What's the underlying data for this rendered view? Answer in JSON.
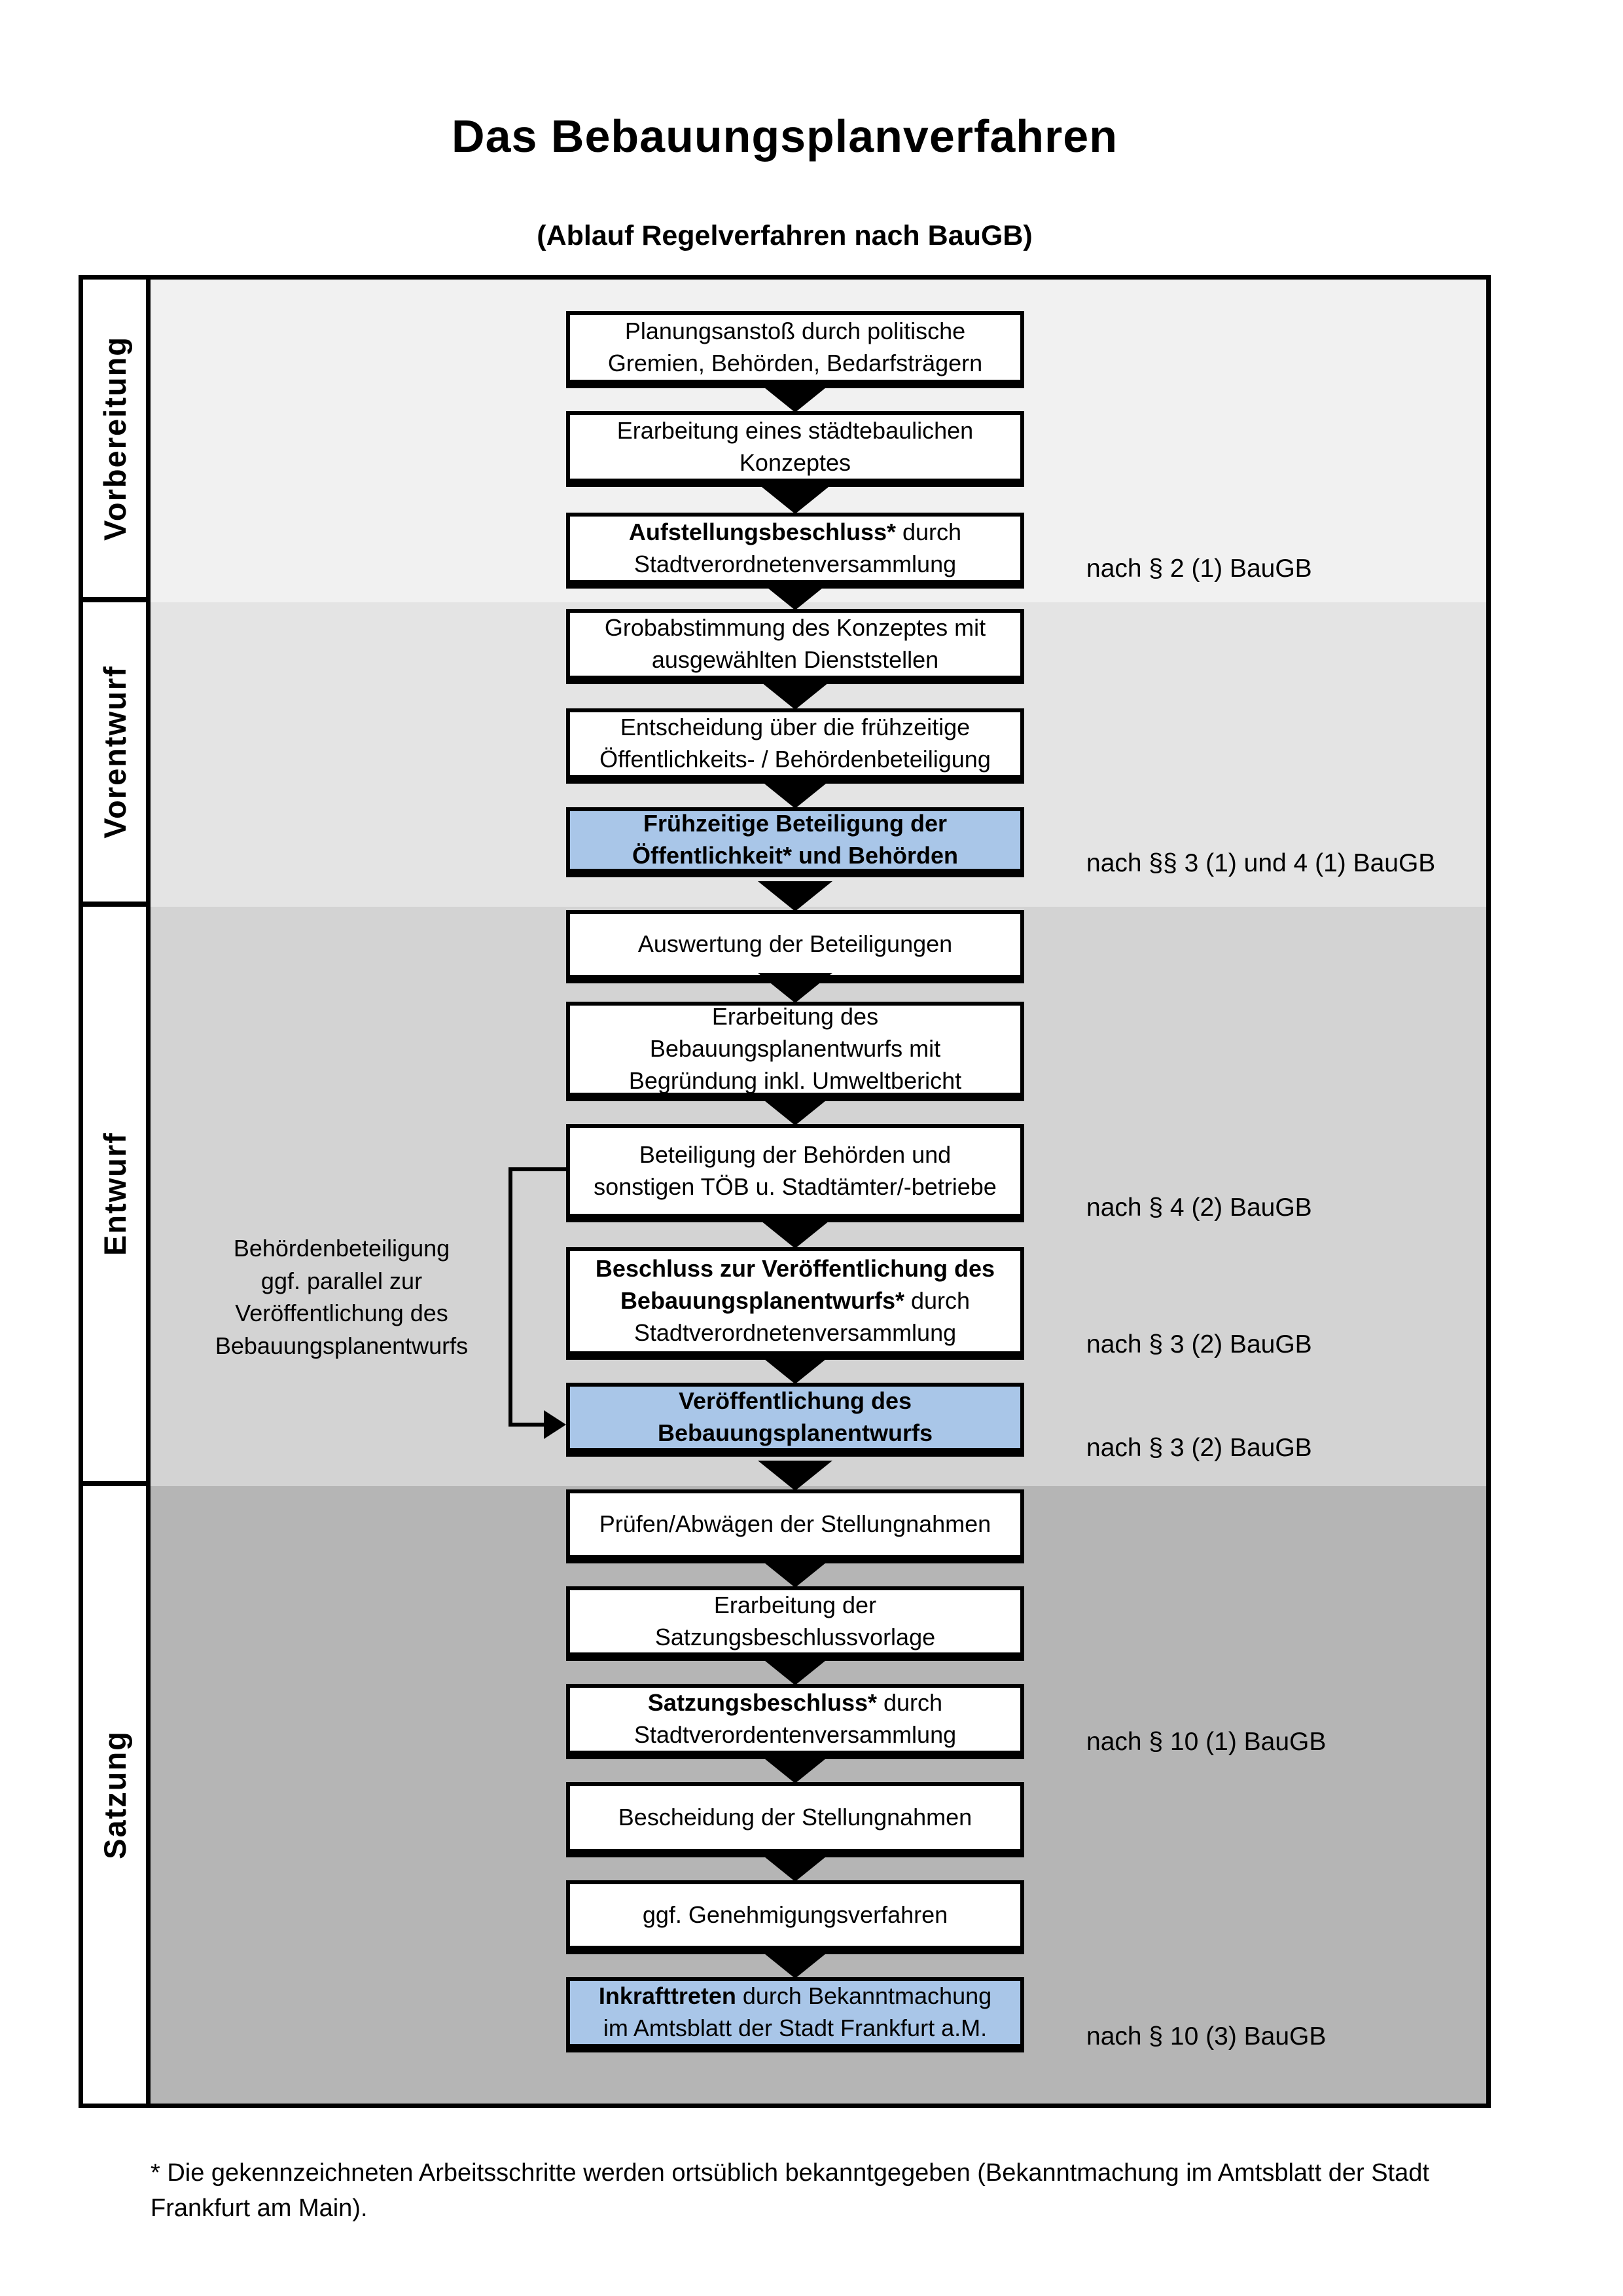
{
  "title": "Das Bebauungsplanverfahren",
  "subtitle": "(Ablauf Regelverfahren nach BauGB)",
  "phases": [
    {
      "label": "Vorbereitung"
    },
    {
      "label": "Vorentwurf"
    },
    {
      "label": "Entwurf"
    },
    {
      "label": "Satzung"
    }
  ],
  "boxes": [
    {
      "bold": "",
      "text": "Planungsanstoß durch politische\nGremien, Behörden, Bedarfsträgern",
      "highlighted": false
    },
    {
      "bold": "",
      "text": "Erarbeitung eines städtebaulichen\nKonzeptes",
      "highlighted": false
    },
    {
      "bold": "Aufstellungsbeschluss*",
      "text": " durch\nStadtverordnetenversammlung",
      "highlighted": false
    },
    {
      "bold": "",
      "text": "Grobabstimmung des Konzeptes mit\nausgewählten Dienststellen",
      "highlighted": false
    },
    {
      "bold": "",
      "text": "Entscheidung über die frühzeitige\nÖffentlichkeits- / Behördenbeteiligung",
      "highlighted": false
    },
    {
      "bold": "Frühzeitige Beteiligung der\nÖffentlichkeit* und Behörden",
      "text": "",
      "highlighted": true
    },
    {
      "bold": "",
      "text": "Auswertung der Beteiligungen",
      "highlighted": false
    },
    {
      "bold": "",
      "text": "Erarbeitung des\nBebauungsplanentwurfs mit\nBegründung inkl. Umweltbericht",
      "highlighted": false
    },
    {
      "bold": "",
      "text": "Beteiligung der Behörden und\nsonstigen TÖB u. Stadtämter/-betriebe",
      "highlighted": false
    },
    {
      "bold": "Beschluss zur Veröffentlichung des\nBebauungsplanentwurfs*",
      "text": " durch\nStadtverordnetenversammlung",
      "highlighted": false
    },
    {
      "bold": "Veröffentlichung des\nBebauungsplanentwurfs",
      "text": "",
      "highlighted": true
    },
    {
      "bold": "",
      "text": "Prüfen/Abwägen der Stellungnahmen",
      "highlighted": false
    },
    {
      "bold": "",
      "text": "Erarbeitung der\nSatzungsbeschlussvorlage",
      "highlighted": false
    },
    {
      "bold": "Satzungsbeschluss*",
      "text": " durch\nStadtverordentenversammlung",
      "highlighted": false
    },
    {
      "bold": "",
      "text": "Bescheidung der Stellungnahmen",
      "highlighted": false
    },
    {
      "bold": "",
      "text": "ggf. Genehmigungsverfahren",
      "highlighted": false
    },
    {
      "bold": "Inkrafttreten",
      "text": " durch Bekanntmachung\nim Amtsblatt der Stadt Frankfurt a.M.",
      "highlighted": true
    }
  ],
  "references": [
    "nach § 2 (1) BauGB",
    "nach §§ 3 (1) und 4 (1) BauGB",
    "nach § 4 (2) BauGB",
    "nach § 3 (2) BauGB",
    "nach § 3 (2) BauGB",
    "nach § 10 (1) BauGB",
    "nach § 10 (3) BauGB"
  ],
  "side_note": {
    "text": "Behördenbeteiligung\nggf. parallel zur\nVeröffentlichung des\nBebauungsplanentwurfs"
  },
  "footnote": "* Die gekennzeichneten Arbeitsschritte werden ortsüblich bekanntgegeben (Bekanntmachung im Amtsblatt  der Stadt\nFrankfurt am Main).",
  "colors": {
    "highlight_box": "#a9c6e8",
    "band_vorbereitung": "#f1f1f1",
    "band_vorentwurf": "#e4e4e4",
    "band_entwurf": "#d3d3d3",
    "band_satzung": "#b5b5b5",
    "box_border": "#000000"
  }
}
